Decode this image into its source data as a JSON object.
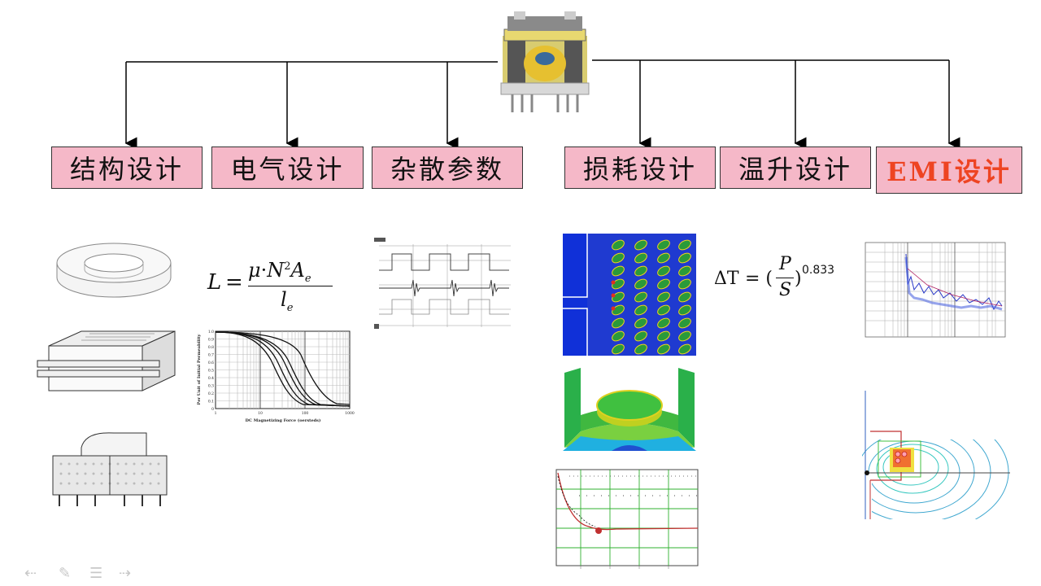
{
  "categories": [
    {
      "id": "structure",
      "label": "结构设计"
    },
    {
      "id": "electrical",
      "label": "电气设计"
    },
    {
      "id": "parasitic",
      "label": "杂散参数"
    },
    {
      "id": "loss",
      "label": "损耗设计"
    },
    {
      "id": "temperature",
      "label": "温升设计"
    },
    {
      "id": "emi",
      "label": "EMI设计",
      "highlight_color": "#ee4422"
    }
  ],
  "colors": {
    "box_fill": "#f5b8c8",
    "box_border": "#333333",
    "emi_text": "#ee4422"
  },
  "formulas": {
    "inductance": {
      "lhs": "L",
      "eq": "=",
      "num_mu": "μ",
      "num_dot": "·",
      "num_N": "N",
      "num_exp": "2",
      "num_A": "A",
      "num_sub": "e",
      "den_l": "l",
      "den_sub": "e"
    },
    "temperature_rise": {
      "lhs": "ΔT",
      "eq": "= (",
      "num": "P",
      "den": "S",
      "close": ")",
      "exp": "0.833"
    }
  },
  "permeability_chart": {
    "ylabel": "Per Unit of Initial Permeability",
    "xlabel": "DC Magnetizing Force (oersteds)",
    "yticks": [
      "1.0",
      "0.9",
      "0.8",
      "0.7",
      "0.6",
      "0.5",
      "0.4",
      "0.3",
      "0.2",
      "0.1",
      "0"
    ],
    "xticks": [
      "1",
      "10",
      "100",
      "1000"
    ]
  },
  "nav_icons": [
    "back-arrow-icon",
    "pen-icon",
    "menu-icon",
    "forward-arrow-icon"
  ]
}
